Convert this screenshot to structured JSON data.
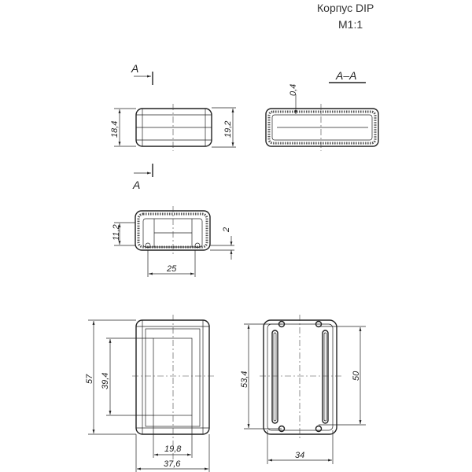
{
  "title": {
    "name": "Корпус DIP",
    "scale": "М1:1"
  },
  "section_marks": {
    "top": "A",
    "bottom": "A",
    "section_label": "A–A"
  },
  "dimensions": {
    "front_height_left": "18,4",
    "front_height_right": "19,2",
    "wall_thickness": "0,4",
    "end_height": "11,2",
    "end_offset": "2",
    "end_width": "25",
    "top_height": "57",
    "window_height": "39,4",
    "window_width": "19,8",
    "top_width": "37,6",
    "bottom_height": "53,4",
    "slot_spacing_height": "50",
    "bottom_width": "34"
  }
}
